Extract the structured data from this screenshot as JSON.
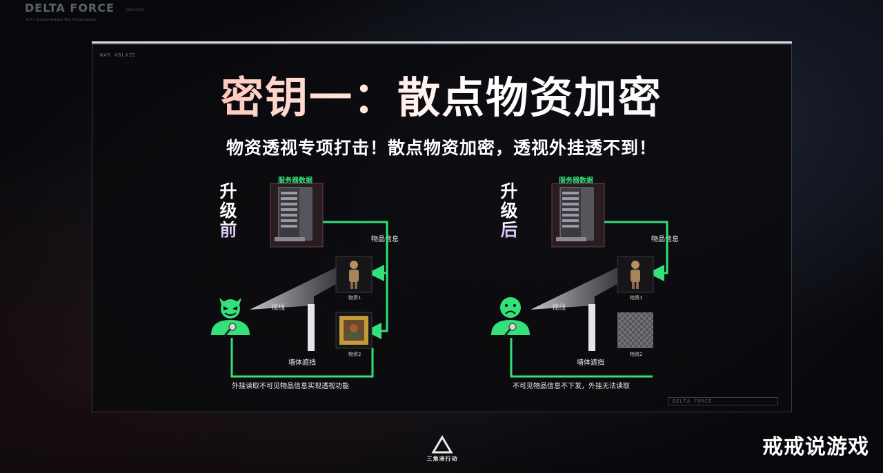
{
  "header": {
    "brand": "DELTA FORCE",
    "brand_sub": "G.T.I. Division-Azhara Task Force-Captain",
    "brand_tag": "DELTA FORCE"
  },
  "panel": {
    "war_label": "WAR ABLAZE",
    "bottom_tag": "DELTA FORCE"
  },
  "slide": {
    "title": "密钥一：散点物资加密",
    "subtitle": "物资透视专项打击！散点物资加密，透视外挂透不到！"
  },
  "before": {
    "stage": [
      "升",
      "级",
      "前"
    ],
    "server_label": "服务器数据",
    "item_info": "物品信息",
    "sight": "视线",
    "wall": "墙体遮挡",
    "item1": "物资1",
    "item2": "物资2",
    "caption": "外挂读取不可见物品信息实现透视功能"
  },
  "after": {
    "stage": [
      "升",
      "级",
      "后"
    ],
    "server_label": "服务器数据",
    "item_info": "物品信息",
    "sight": "视线",
    "wall": "墙体遮挡",
    "item1": "物资1",
    "item2": "物资2",
    "caption": "不可见物品信息不下发，外挂无法读取"
  },
  "footer": {
    "game_logo": "三角洲行动",
    "watermark": "戒戒说游戏"
  },
  "colors": {
    "accent_green": "#33e07a",
    "panel_bg": "#0a0b0e"
  }
}
